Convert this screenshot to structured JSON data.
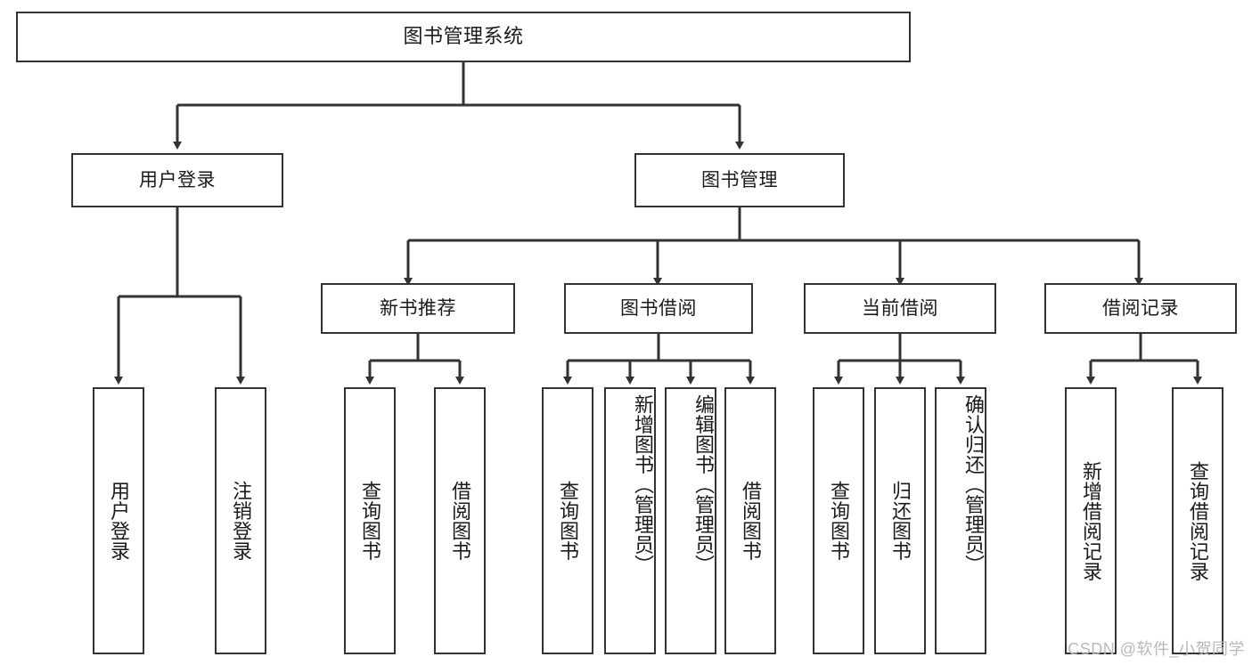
{
  "diagram": {
    "title": "图书管理系统",
    "type": "tree-hierarchy",
    "root": {
      "label": "图书管理系统"
    },
    "level1": [
      {
        "label": "用户登录"
      },
      {
        "label": "图书管理"
      }
    ],
    "level2": [
      {
        "label": "新书推荐"
      },
      {
        "label": "图书借阅"
      },
      {
        "label": "当前借阅"
      },
      {
        "label": "借阅记录"
      }
    ],
    "leaves": {
      "user_login": [
        {
          "label": "用户登录"
        },
        {
          "label": "注销登录"
        }
      ],
      "new_book_recommend": [
        {
          "label": "查询图书"
        },
        {
          "label": "借阅图书"
        }
      ],
      "book_borrow": [
        {
          "label": "查询图书"
        },
        {
          "label": "新增图书（管理员）"
        },
        {
          "label": "编辑图书（管理员）"
        },
        {
          "label": "借阅图书"
        }
      ],
      "current_borrow": [
        {
          "label": "查询图书"
        },
        {
          "label": "归还图书"
        },
        {
          "label": "确认归还（管理员）"
        }
      ],
      "borrow_record": [
        {
          "label": "新增借阅记录"
        },
        {
          "label": "查询借阅记录"
        }
      ]
    }
  },
  "watermark": {
    "text": "CSDN @软件_小贺同学"
  },
  "colors": {
    "stroke": "#333333",
    "box_fill": "#ffffff",
    "text": "#1a1a1a",
    "watermark": "#b9b9b9"
  }
}
